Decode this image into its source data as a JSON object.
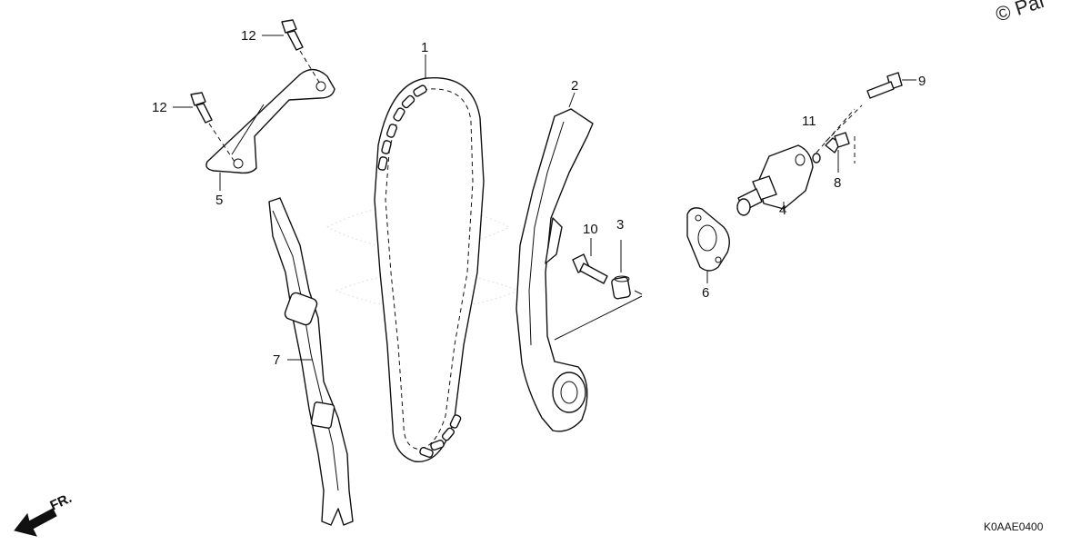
{
  "watermark": "© Par",
  "diagram_code": "K0AAE0400",
  "front_arrow_label": "FR.",
  "callouts": {
    "c1": "1",
    "c2": "2",
    "c3": "3",
    "c4": "4",
    "c5": "5",
    "c6": "6",
    "c7": "7",
    "c8": "8",
    "c9": "9",
    "c10": "10",
    "c11": "11",
    "c12a": "12",
    "c12b": "12"
  }
}
